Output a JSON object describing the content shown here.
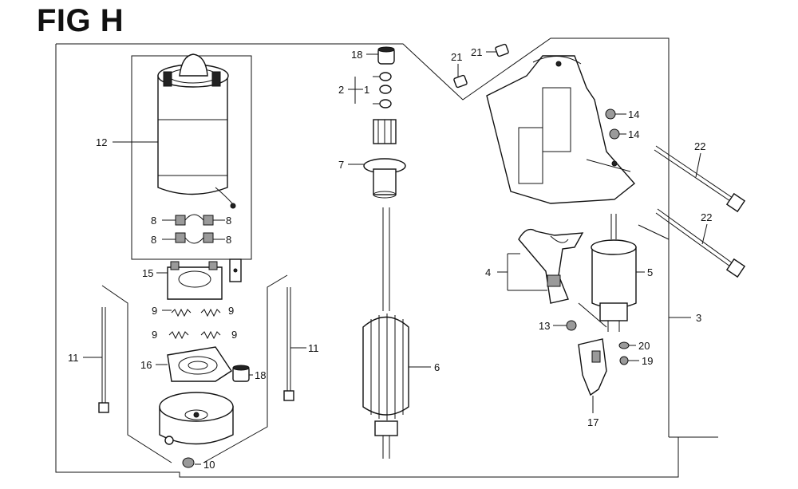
{
  "page": {
    "title": "FIG H"
  },
  "parts": {
    "p1": "1",
    "p2": "2",
    "p3": "3",
    "p4": "4",
    "p5": "5",
    "p6": "6",
    "p7": "7",
    "p8": "8",
    "p9": "9",
    "p10": "10",
    "p11": "11",
    "p12": "12",
    "p13": "13",
    "p14": "14",
    "p15": "15",
    "p16": "16",
    "p17": "17",
    "p18": "18",
    "p19": "19",
    "p20": "20",
    "p21": "21",
    "p22": "22"
  }
}
